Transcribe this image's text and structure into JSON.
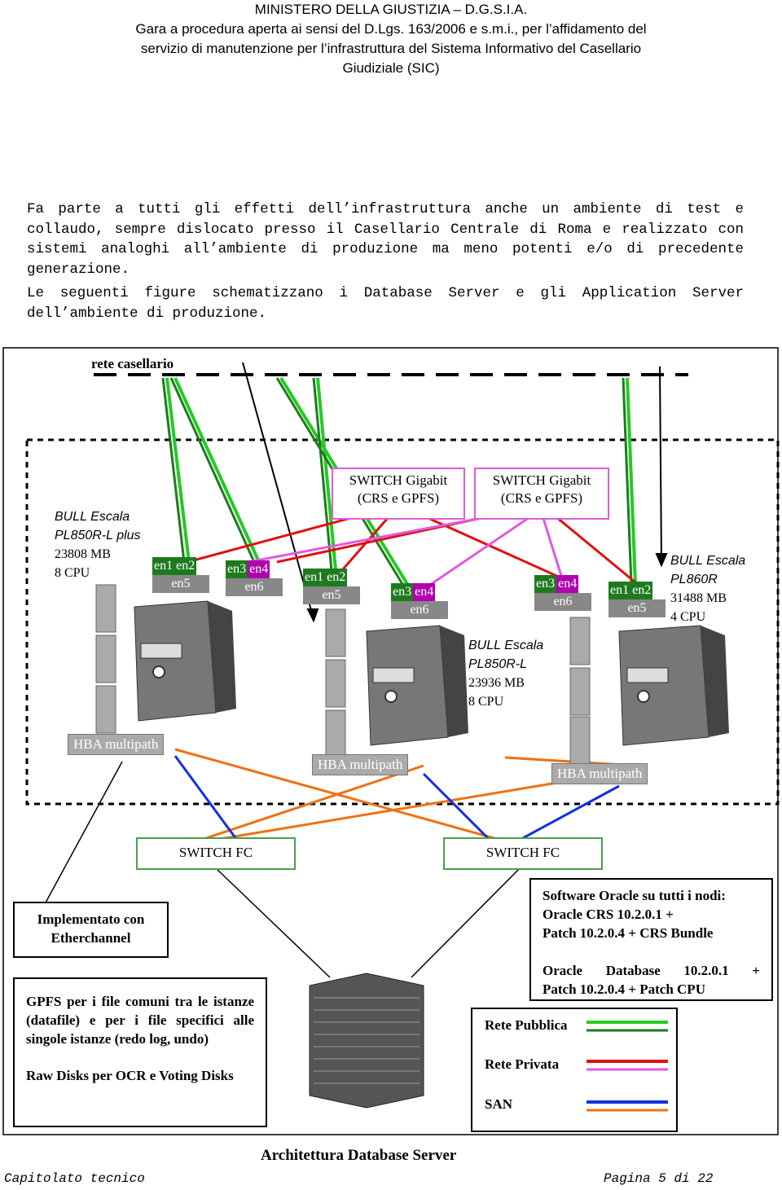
{
  "header": {
    "line1": "MINISTERO DELLA GIUSTIZIA – D.G.S.I.A.",
    "line2": "Gara a procedura aperta ai sensi del D.Lgs. 163/2006 e s.m.i., per l’affidamento del",
    "line3": "servizio di manutenzione per l’infrastruttura del Sistema Informativo del Casellario",
    "line4": "Giudiziale (SIC)"
  },
  "body": {
    "para1": "Fa parte a tutti gli effetti dell’infrastruttura anche un ambiente di test e collaudo, sempre dislocato presso il Casellario Centrale di Roma e realizzato con sistemi analoghi all’ambiente di produzione ma meno potenti e/o di precedente generazione.",
    "para2": "Le seguenti figure schematizzano i Database Server e gli Application Server dell’ambiente di produzione."
  },
  "diagram": {
    "network_label": "rete casellario",
    "switch_gigabit": [
      {
        "l1": "SWITCH Gigabit",
        "l2": "(CRS e GPFS)"
      },
      {
        "l1": "SWITCH Gigabit",
        "l2": "(CRS e GPFS)"
      }
    ],
    "servers": [
      {
        "l1": "BULL Escala",
        "l2": "PL850R-L plus",
        "mem": "23808 MB",
        "cpu": "8 CPU"
      },
      {
        "l1": "BULL Escala",
        "l2": "PL850R-L",
        "mem": "23936 MB",
        "cpu": "8 CPU"
      },
      {
        "l1": "BULL Escala",
        "l2": "PL860R",
        "mem": "31488 MB",
        "cpu": "4 CPU"
      }
    ],
    "nic": {
      "en1": "en1",
      "en2": "en2",
      "en3": "en3",
      "en4": "en4",
      "en5": "en5",
      "en6": "en6"
    },
    "hba": "HBA multipath",
    "switch_fc": "SWITCH FC",
    "notes": {
      "etherchannel": "Implementato con Etherchannel",
      "gpfs": "GPFS per i file comuni tra le istanze (datafile) e per i file specifici alle singole istanze (redo log, undo)",
      "raw": "Raw Disks per OCR e Voting Disks",
      "software_title": "Software Oracle su tutti i nodi:",
      "software_crs1": "Oracle CRS 10.2.0.1 +",
      "software_crs2": "Patch 10.2.0.4 + CRS Bundle",
      "software_db1": "Oracle Database 10.2.0.1 +",
      "software_db2": "Patch 10.2.0.4 + Patch CPU"
    },
    "legend": {
      "public": "Rete Pubblica",
      "private": "Rete Privata",
      "san": "SAN"
    },
    "caption": "Architettura Database Server",
    "colors": {
      "public": "#22cc22",
      "public_dark": "#1f7a1f",
      "private": "#e01010",
      "private_alt": "#e05ae0",
      "san": "#1030e0",
      "san_alt": "#f07010"
    }
  },
  "footer": {
    "left": "Capitolato tecnico",
    "right": "Pagina 5 di 22"
  }
}
